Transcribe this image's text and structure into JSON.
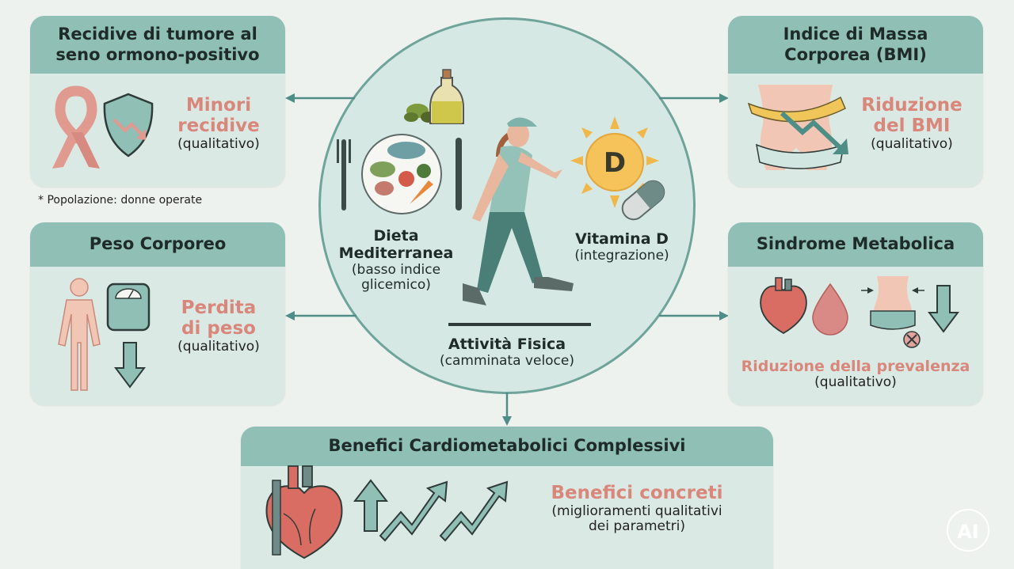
{
  "outcomes": {
    "recurrence": {
      "title": "Recidive di tumore al seno ormono-positivo",
      "result": "Minori recidive",
      "note": "(qualitativo)"
    },
    "population_note": "* Popolazione: donne operate",
    "weight": {
      "title": "Peso Corporeo",
      "result": "Perdita di peso",
      "note": "(qualitativo)"
    },
    "bmi": {
      "title": "Indice di Massa Corporea (BMI)",
      "result": "Riduzione del BMI",
      "note": "(qualitativo)"
    },
    "metabolic": {
      "title": "Sindrome Metabolica",
      "result": "Riduzione della prevalenza",
      "note": "(qualitativo)"
    },
    "cardio": {
      "title": "Benefici Cardiometabolici Complessivi",
      "result": "Benefici concreti",
      "note": "(miglioramenti qualitativi dei parametri)"
    }
  },
  "interventions": {
    "diet": {
      "title": "Dieta Mediterranea",
      "sub": "(basso indice glicemico)"
    },
    "vitamin": {
      "title": "Vitamina D",
      "sub": "(integrazione)",
      "badge": "D"
    },
    "activity": {
      "title": "Attività Fisica",
      "sub": "(camminata veloce)"
    }
  },
  "watermark": "AI",
  "colors": {
    "header": "#8fbfb5",
    "card": "#dbe9e5",
    "accent_text": "#d9867b",
    "arrow": "#4e8e86"
  }
}
